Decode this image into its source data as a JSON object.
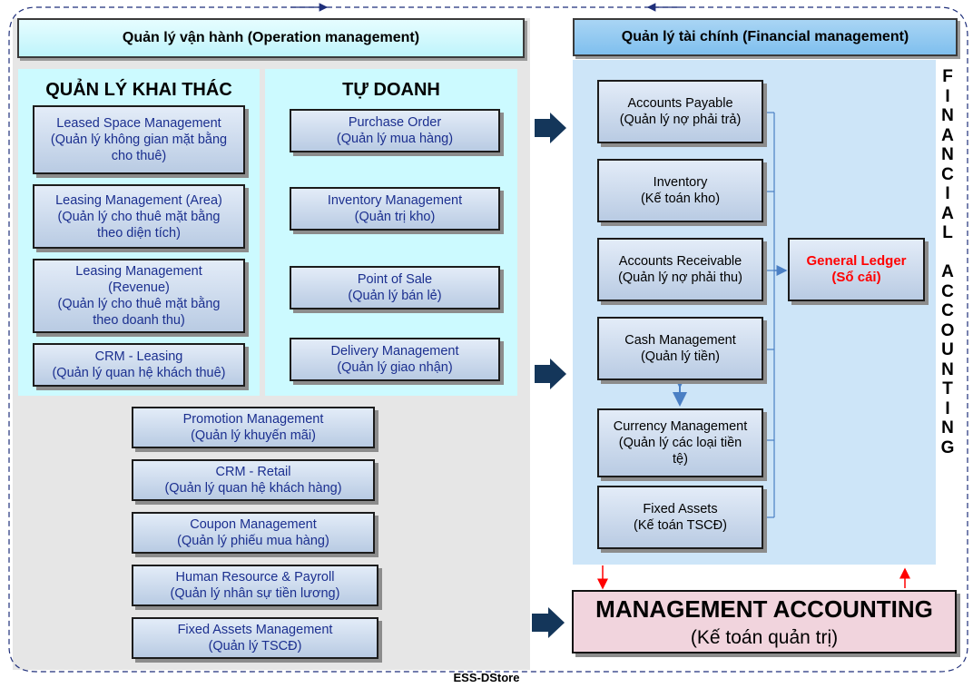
{
  "operation": {
    "header": "Quản lý vận hành (Operation management)",
    "khai_thac": {
      "title": "QUẢN LÝ KHAI THÁC",
      "items": [
        {
          "lines": [
            "Leased Space Management",
            "(Quản lý không gian mặt bằng",
            "cho thuê)"
          ]
        },
        {
          "lines": [
            "Leasing Management (Area)",
            "(Quản lý cho thuê mặt bằng",
            "theo diện tích)"
          ]
        },
        {
          "lines": [
            "Leasing Management",
            "(Revenue)",
            "(Quản lý cho thuê mặt bằng",
            "theo doanh thu)"
          ]
        },
        {
          "lines": [
            "CRM - Leasing",
            "(Quản lý quan hệ khách thuê)"
          ]
        }
      ]
    },
    "tu_doanh": {
      "title": "TỰ DOANH",
      "items": [
        {
          "lines": [
            "Purchase Order",
            "(Quản lý mua hàng)"
          ]
        },
        {
          "lines": [
            "Inventory Management",
            "(Quản trị kho)"
          ]
        },
        {
          "lines": [
            "Point of Sale",
            "(Quản lý bán lẻ)"
          ]
        },
        {
          "lines": [
            "Delivery Management",
            "(Quản lý giao nhận)"
          ]
        }
      ]
    },
    "common": [
      {
        "lines": [
          "Promotion Management",
          "(Quản lý khuyến mãi)"
        ]
      },
      {
        "lines": [
          "CRM - Retail",
          "(Quản lý quan hệ khách hàng)"
        ]
      },
      {
        "lines": [
          "Coupon Management",
          "(Quản lý phiếu mua hàng)"
        ]
      },
      {
        "lines": [
          "Human Resource & Payroll",
          "(Quản lý nhân sự tiền lương)"
        ]
      },
      {
        "lines": [
          "Fixed Assets Management",
          "(Quản lý TSCĐ)"
        ]
      }
    ]
  },
  "financial": {
    "header": "Quản lý tài chính (Financial management)",
    "modules": [
      {
        "lines": [
          "Accounts Payable",
          "(Quản lý nợ phải trả)"
        ]
      },
      {
        "lines": [
          "Inventory",
          "(Kế toán kho)"
        ]
      },
      {
        "lines": [
          "Accounts Receivable",
          "(Quản lý nợ phải thu)"
        ]
      },
      {
        "lines": [
          "Cash Management",
          "(Quản lý tiền)"
        ]
      },
      {
        "lines": [
          "Currency Management",
          "(Quản lý các loại tiền",
          "tệ)"
        ]
      },
      {
        "lines": [
          "Fixed Assets",
          "(Kế toán TSCĐ)"
        ]
      }
    ],
    "general_ledger": {
      "lines": [
        "General Ledger",
        "(Sổ cái)"
      ]
    },
    "vertical_label": [
      "F",
      "I",
      "N",
      "A",
      "N",
      "C",
      "I",
      "A",
      "L",
      "",
      "A",
      "C",
      "C",
      "O",
      "U",
      "N",
      "T",
      "I",
      "N",
      "G"
    ]
  },
  "management_accounting": {
    "title": "MANAGEMENT ACCOUNTING",
    "subtitle": "(Kế toán quản trị)"
  },
  "footer": "ESS-DStore",
  "colors": {
    "module_text": "#1b2f8f",
    "general_ledger_text": "#ff0000",
    "arrow_navy": "#14365a",
    "connector_blue": "#4a7fc4",
    "red_arrow": "#ff0000",
    "management_fill": "#f1d4dd"
  }
}
